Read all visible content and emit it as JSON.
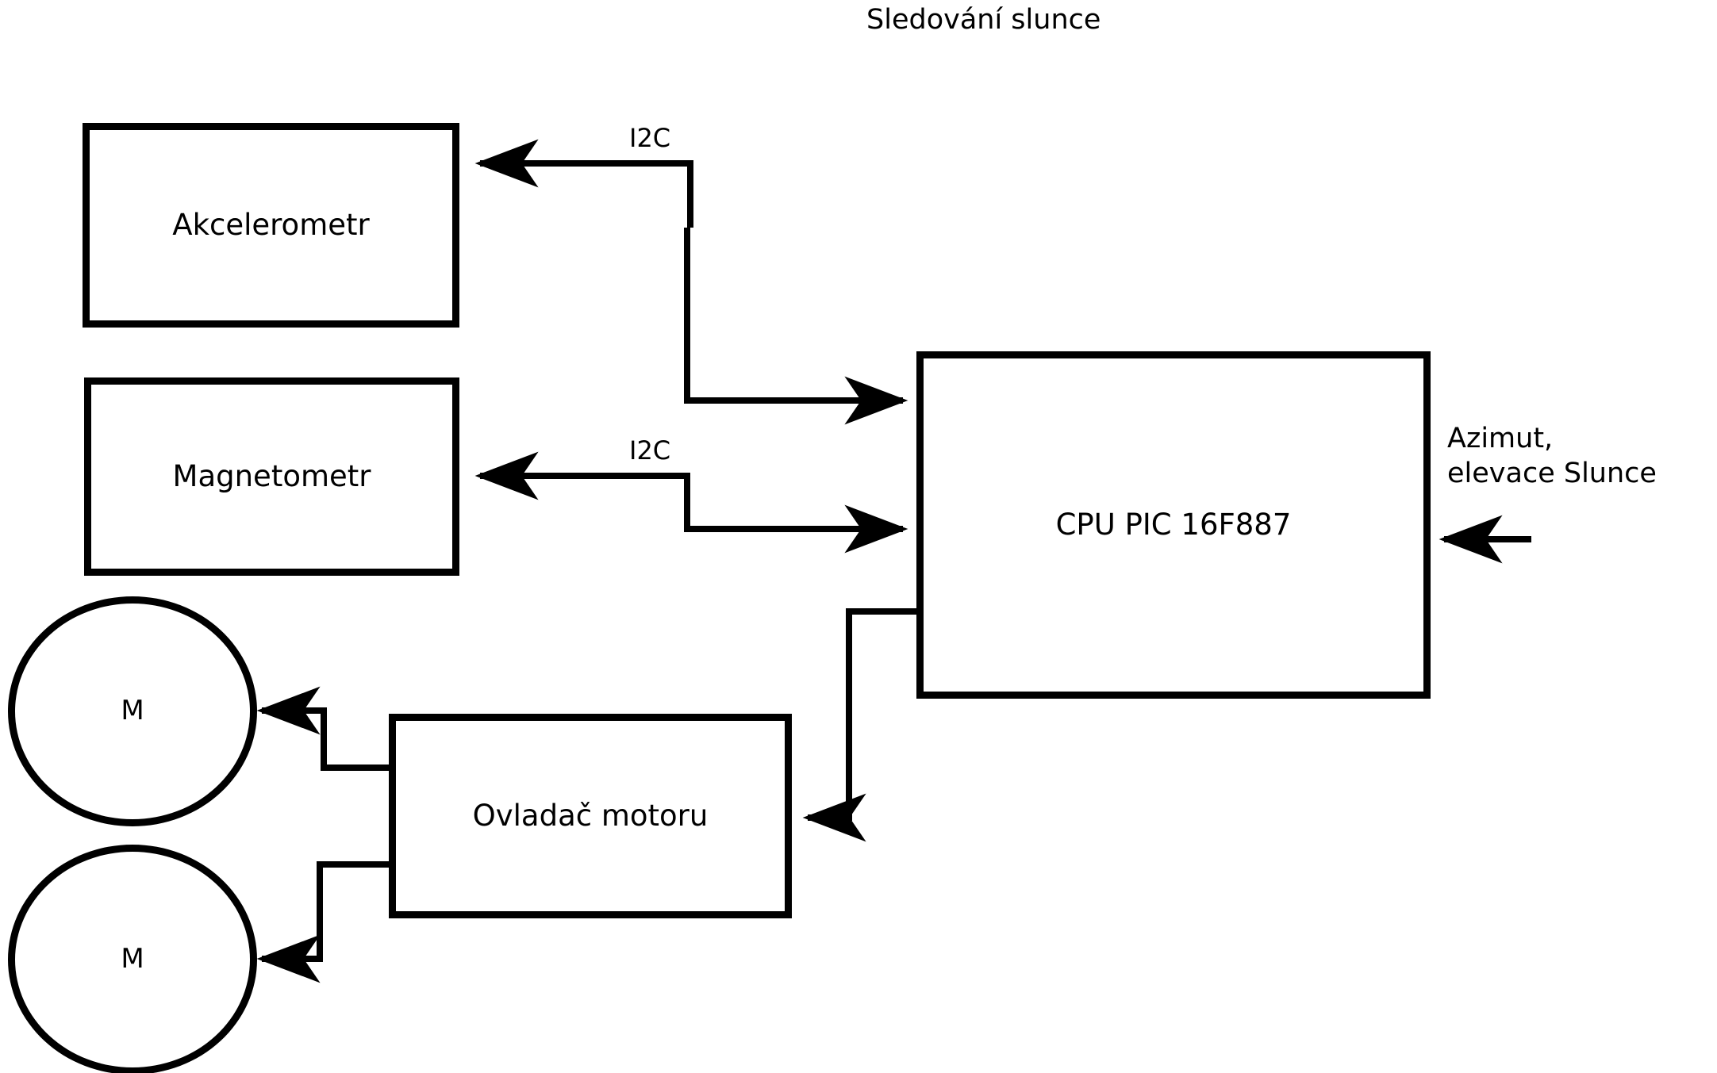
{
  "diagram": {
    "title": "Sledování slunce",
    "background_color": "#ffffff",
    "stroke_color": "#000000",
    "nodes": [
      {
        "id": "akcelerometr",
        "label": "Akcelerometr",
        "shape": "rect"
      },
      {
        "id": "magnetometr",
        "label": "Magnetometr",
        "shape": "rect"
      },
      {
        "id": "cpu",
        "label": "CPU PIC 16F887",
        "shape": "rect"
      },
      {
        "id": "ovladac",
        "label": "Ovladač motoru",
        "shape": "rect"
      },
      {
        "id": "motor_top",
        "label": "M",
        "shape": "circle"
      },
      {
        "id": "motor_bottom",
        "label": "M",
        "shape": "circle"
      }
    ],
    "edge_labels": {
      "i2c_accelerometer": "I2C",
      "i2c_magnetometer": "I2C"
    },
    "io_labels": {
      "sun_input_line1": "Azimut,",
      "sun_input_line2": "elevace Slunce"
    },
    "edges": [
      {
        "from": "cpu",
        "to": "akcelerometr",
        "label": "I2C",
        "direction": "bidirectional"
      },
      {
        "from": "akcelerometr",
        "to": "cpu",
        "label": "I2C",
        "direction": "bidirectional"
      },
      {
        "from": "cpu",
        "to": "magnetometr",
        "label": "I2C",
        "direction": "bidirectional"
      },
      {
        "from": "magnetometr",
        "to": "cpu",
        "label": "I2C",
        "direction": "bidirectional"
      },
      {
        "from": "external",
        "to": "cpu",
        "label": "Azimut, elevace Slunce",
        "direction": "in"
      },
      {
        "from": "cpu",
        "to": "ovladac",
        "label": "",
        "direction": "out"
      },
      {
        "from": "ovladac",
        "to": "motor_top",
        "label": "",
        "direction": "out"
      },
      {
        "from": "ovladac",
        "to": "motor_bottom",
        "label": "",
        "direction": "out"
      }
    ]
  }
}
